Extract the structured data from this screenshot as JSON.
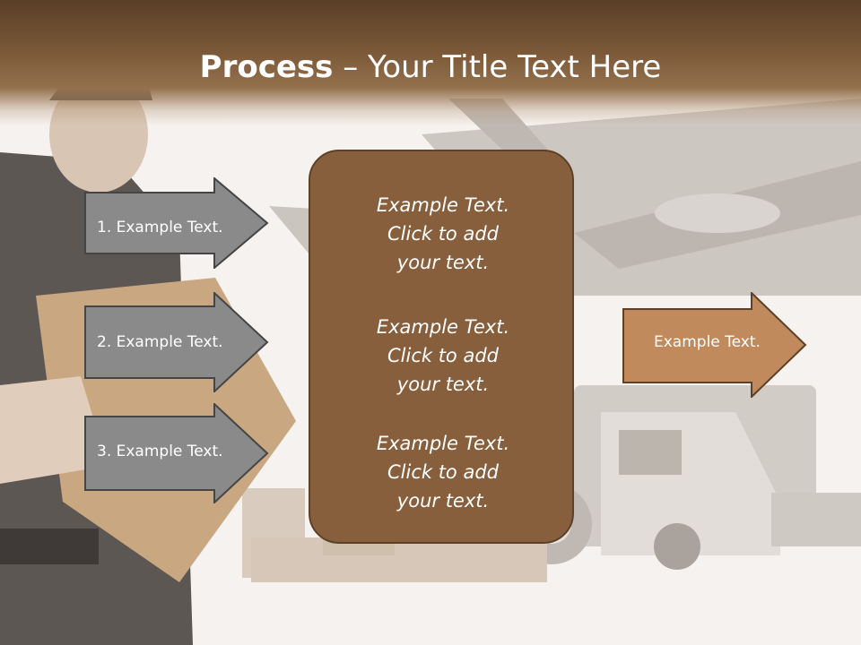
{
  "slide": {
    "title_bold": "Process",
    "title_sep": " – ",
    "title_rest": "Your Title Text Here"
  },
  "left_arrows": [
    {
      "label": "1. Example Text."
    },
    {
      "label": "2. Example Text."
    },
    {
      "label": "3. Example Text."
    }
  ],
  "center_box": {
    "blocks": [
      {
        "lines": [
          "Example Text.",
          "Click  to add",
          "your text."
        ]
      },
      {
        "lines": [
          "Example Text.",
          "Click  to add",
          "your text."
        ]
      },
      {
        "lines": [
          "Example Text.",
          "Click  to add",
          "your text."
        ]
      }
    ]
  },
  "right_arrow": {
    "label": "Example Text."
  },
  "colors": {
    "header": "#7e5b3a",
    "center_box": "#875f3c",
    "left_arrow": "#8a8a8a",
    "right_arrow": "#c08a5c"
  }
}
